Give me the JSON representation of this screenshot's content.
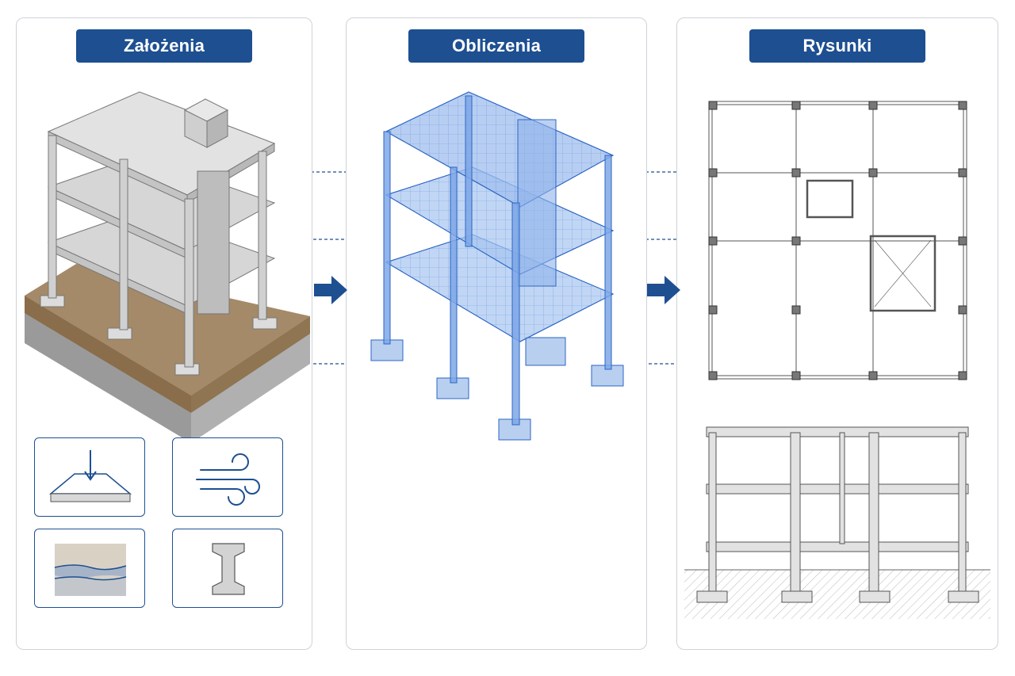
{
  "panels": [
    {
      "title": "Założenia"
    },
    {
      "title": "Obliczenia"
    },
    {
      "title": "Rysunki"
    }
  ],
  "colors": {
    "accent": "#1d4f91",
    "wireframe": "#3b78d8",
    "concrete": "#d9d9d9",
    "soil": "#8b6f4e",
    "panel_border": "#cfd3d8"
  },
  "assumption_icons": [
    "load-icon",
    "wind-icon",
    "soil-layers-icon",
    "i-beam-icon"
  ]
}
